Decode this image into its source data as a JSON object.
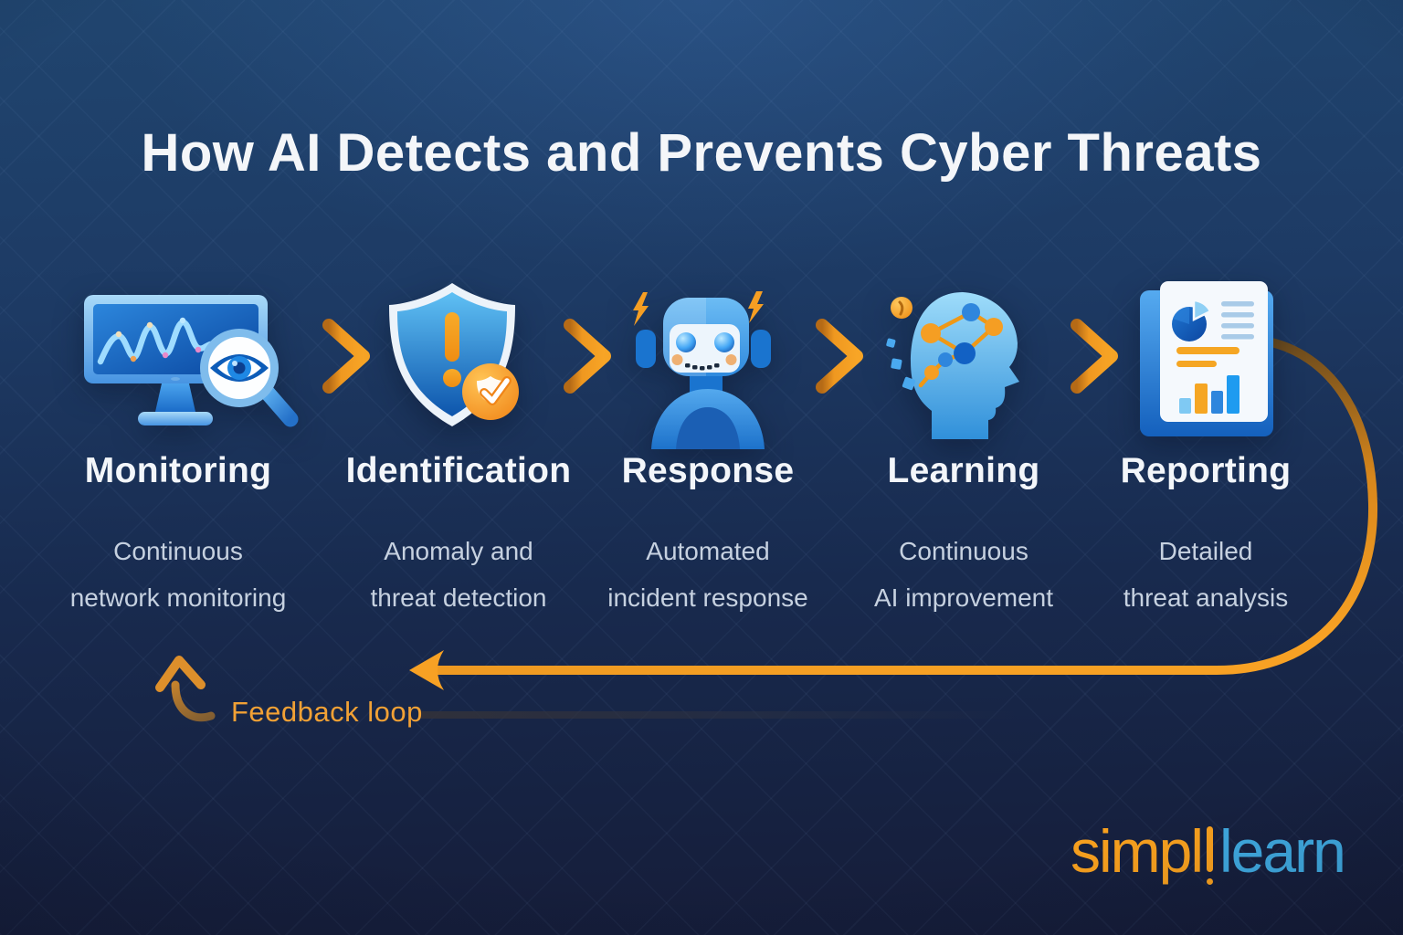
{
  "title": "How AI Detects and Prevents Cyber Threats",
  "stages": [
    {
      "name": "Monitoring",
      "description": [
        "Continuous",
        "network monitoring"
      ],
      "icon": "monitor-magnifier-icon"
    },
    {
      "name": "Identification",
      "description": [
        "Anomaly and",
        "threat detection"
      ],
      "icon": "shield-alert-icon"
    },
    {
      "name": "Response",
      "description": [
        "Automated",
        "incident response"
      ],
      "icon": "robot-icon"
    },
    {
      "name": "Learning",
      "description": [
        "Continuous",
        "AI improvement"
      ],
      "icon": "ai-head-icon"
    },
    {
      "name": "Reporting",
      "description": [
        "Detailed",
        "threat analysis"
      ],
      "icon": "report-document-icon"
    }
  ],
  "feedback_loop": {
    "label": "Feedback loop"
  },
  "logo": {
    "part1": "simpl",
    "part2": "learn"
  },
  "colors": {
    "background_top": "#1F4472",
    "background_bottom": "#161D3A",
    "accent_orange": "#F59E23",
    "icon_blue": "#2F86DD",
    "title_text": "#F4F6F9",
    "description_text": "#C6D1E0",
    "logo_orange": "#F7A01E",
    "logo_blue": "#3FA9E0"
  }
}
